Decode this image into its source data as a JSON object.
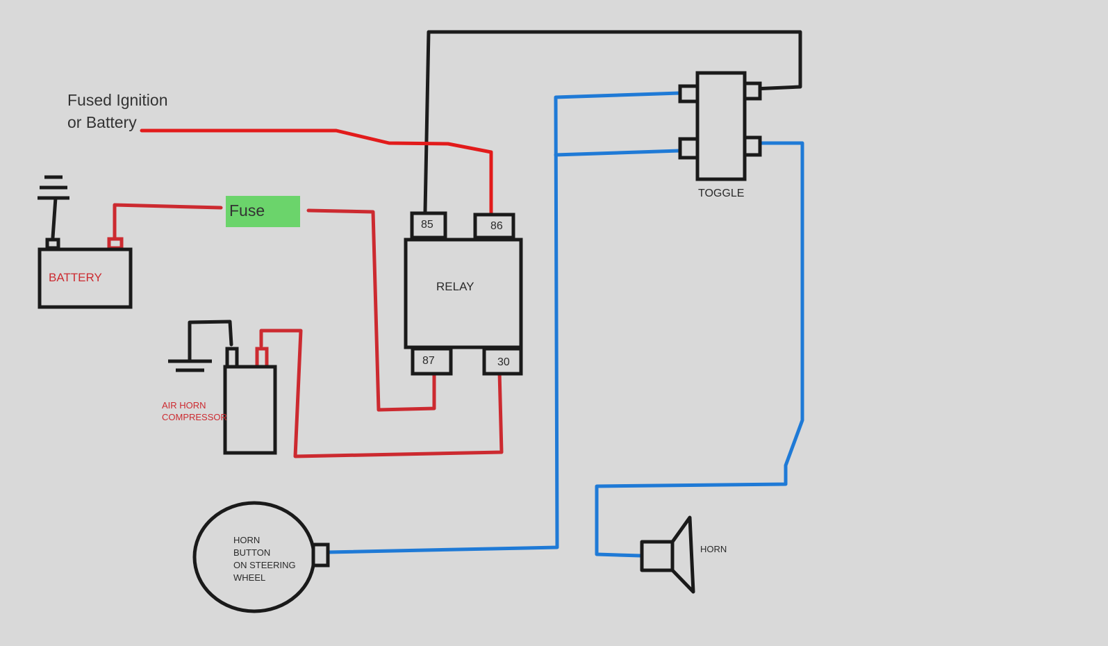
{
  "colors": {
    "background": "#d9d9d9",
    "wire_black": "#1c1c1c",
    "wire_red": "#cc2a30",
    "wire_red_bright": "#e21b1b",
    "wire_blue": "#1f7ad6",
    "fuse_fill": "#6bd46b",
    "outline": "#1a1a1a"
  },
  "labels": {
    "source_line1": "Fused Ignition",
    "source_line2": "or Battery",
    "fuse": "Fuse",
    "battery": "BATTERY",
    "relay": "RELAY",
    "pin_85": "85",
    "pin_86": "86",
    "pin_87": "87",
    "pin_30": "30",
    "toggle": "TOGGLE",
    "compressor_line1": "AIR HORN",
    "compressor_line2": "COMPRESSOR",
    "horn_button_line1": "HORN",
    "horn_button_line2": "BUTTON",
    "horn_button_line3": "ON STEERING",
    "horn_button_line4": "WHEEL",
    "horn": "HORN"
  },
  "icons": {
    "battery_ground": "ground-symbol-icon",
    "compressor_ground": "ground-symbol-icon",
    "horn": "speaker-icon"
  }
}
